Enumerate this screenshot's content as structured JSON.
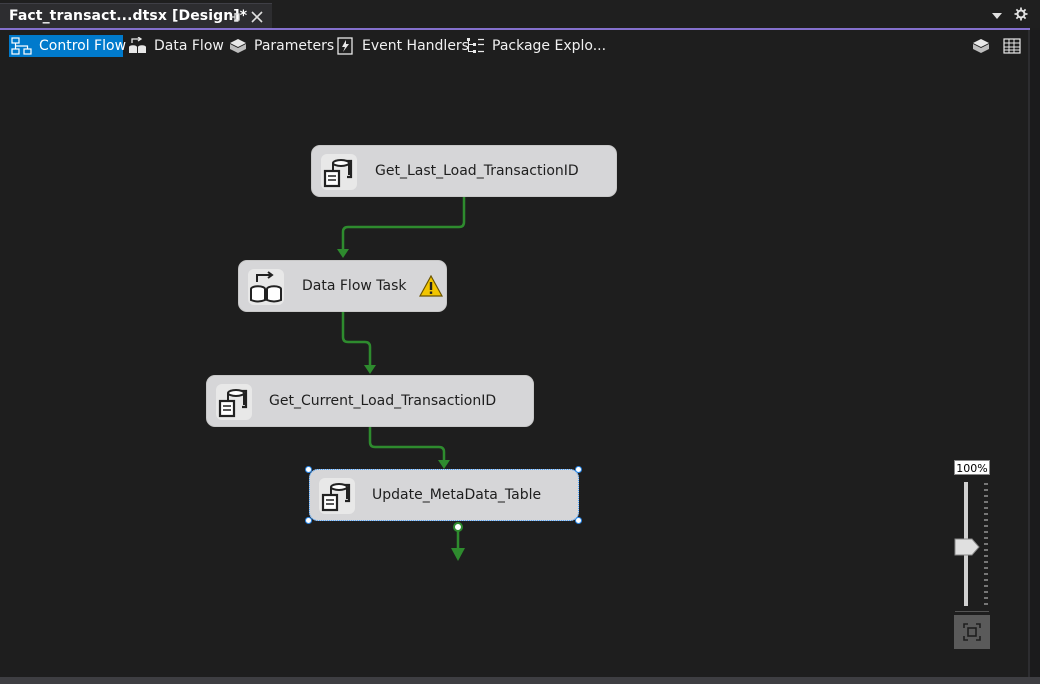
{
  "document_tab": {
    "title": "Fact_transact...dtsx [Design]*"
  },
  "toolbar": {
    "items": [
      {
        "label": "Control Flow",
        "icon": "control-flow-icon",
        "active": true
      },
      {
        "label": "Data Flow",
        "icon": "data-flow-icon",
        "active": false
      },
      {
        "label": "Parameters",
        "icon": "parameters-icon",
        "active": false
      },
      {
        "label": "Event Handlers",
        "icon": "event-handlers-icon",
        "active": false
      },
      {
        "label": "Package Explo...",
        "icon": "package-explorer-icon",
        "active": false
      }
    ]
  },
  "tasks": [
    {
      "label": "Get_Last_Load_TransactionID",
      "icon": "execute-sql-task-icon"
    },
    {
      "label": "Data Flow Task",
      "icon": "data-flow-task-icon",
      "warning": true
    },
    {
      "label": "Get_Current_Load_TransactionID",
      "icon": "execute-sql-task-icon"
    },
    {
      "label": "Update_MetaData_Table",
      "icon": "execute-sql-task-icon",
      "selected": true
    }
  ],
  "zoom": {
    "label": "100%",
    "level_percent": 100
  },
  "colors": {
    "accent": "#8470cc",
    "active_tab": "#007acc",
    "connector": "#2e8b2e",
    "task_fill": "#d6d6d8",
    "selection": "#4aa3ff",
    "warning": "#f2c500"
  }
}
